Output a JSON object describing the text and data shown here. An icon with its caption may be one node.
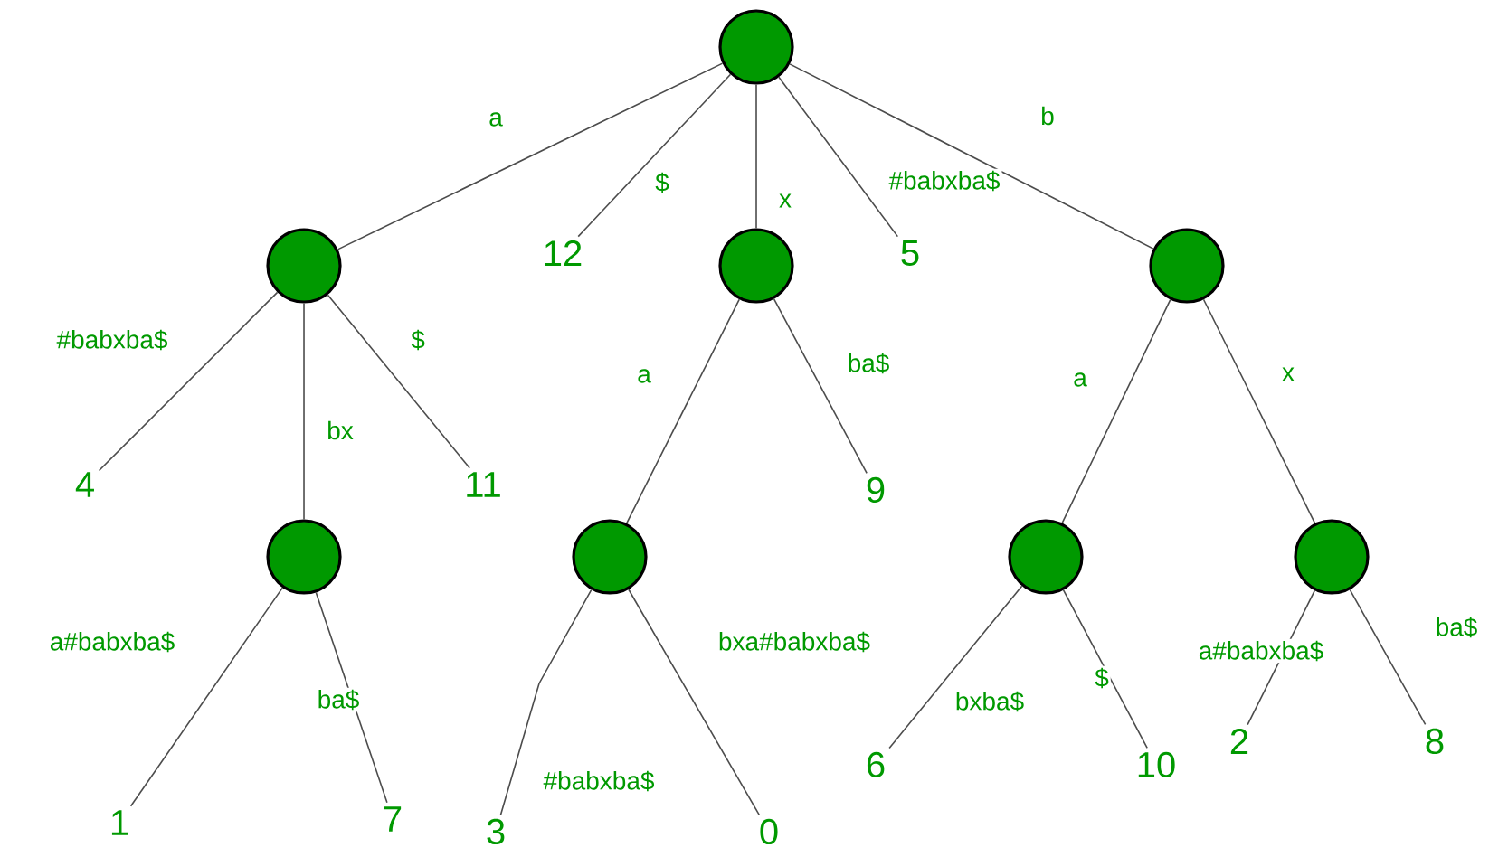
{
  "diagram": {
    "nodes": [
      {
        "text": [],
        "shape": "circle"
      },
      {
        "text": [],
        "shape": "circle"
      },
      {
        "text": [],
        "shape": "circle"
      },
      {
        "text": [],
        "shape": "circle"
      },
      {
        "text": [],
        "shape": "circle"
      },
      {
        "text": [],
        "shape": "circle"
      },
      {
        "text": [],
        "shape": "circle"
      },
      {
        "text": [],
        "shape": "circle"
      },
      {
        "text": [
          "12"
        ]
      },
      {
        "text": [
          "5"
        ]
      },
      {
        "text": [
          "4"
        ]
      },
      {
        "text": [
          "11"
        ]
      },
      {
        "text": [
          "9"
        ]
      },
      {
        "text": [
          "1"
        ]
      },
      {
        "text": [
          "7"
        ]
      },
      {
        "text": [
          "3"
        ]
      },
      {
        "text": [
          "0"
        ]
      },
      {
        "text": [
          "6"
        ]
      },
      {
        "text": [
          "10"
        ]
      },
      {
        "text": [
          "2"
        ]
      },
      {
        "text": [
          "8"
        ]
      }
    ],
    "edges": [
      {
        "from": 0,
        "to": 1,
        "arrow": "none",
        "label": "a"
      },
      {
        "from": 0,
        "to": 8,
        "arrow": "none",
        "label": "$"
      },
      {
        "from": 0,
        "to": 2,
        "arrow": "none",
        "label": "x"
      },
      {
        "from": 0,
        "to": 9,
        "arrow": "none",
        "label": "#babxba$"
      },
      {
        "from": 0,
        "to": 3,
        "arrow": "none",
        "label": "b"
      },
      {
        "from": 1,
        "to": 10,
        "arrow": "none",
        "label": "#babxba$"
      },
      {
        "from": 1,
        "to": 4,
        "arrow": "none",
        "label": "bx"
      },
      {
        "from": 1,
        "to": 11,
        "arrow": "none",
        "label": "$"
      },
      {
        "from": 2,
        "to": 5,
        "arrow": "none",
        "label": "a"
      },
      {
        "from": 2,
        "to": 12,
        "arrow": "none",
        "label": "ba$"
      },
      {
        "from": 3,
        "to": 6,
        "arrow": "none",
        "label": "a"
      },
      {
        "from": 3,
        "to": 7,
        "arrow": "none",
        "label": "x"
      },
      {
        "from": 4,
        "to": 13,
        "arrow": "none",
        "label": "a#babxba$"
      },
      {
        "from": 4,
        "to": 14,
        "arrow": "none",
        "label": "ba$"
      },
      {
        "from": 5,
        "to": 15,
        "arrow": "none",
        "label": "#babxba$"
      },
      {
        "from": 5,
        "to": 16,
        "arrow": "none",
        "label": "bxa#babxba$"
      },
      {
        "from": 6,
        "to": 17,
        "arrow": "none",
        "label": "bxba$"
      },
      {
        "from": 6,
        "to": 18,
        "arrow": "none",
        "label": "$"
      },
      {
        "from": 7,
        "to": 19,
        "arrow": "none",
        "label": "a#babxba$"
      },
      {
        "from": 7,
        "to": 20,
        "arrow": "none",
        "label": "ba$"
      }
    ]
  }
}
